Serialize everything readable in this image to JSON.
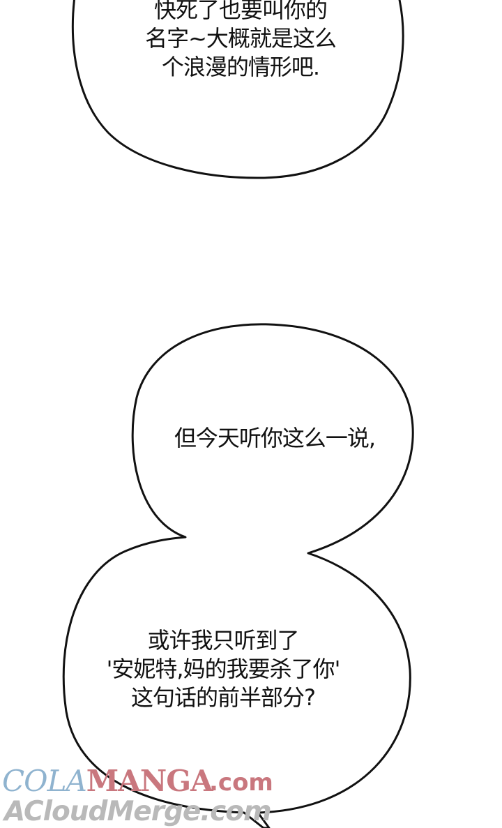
{
  "bubbles": [
    {
      "lines": [
        "快死了也要叫你的",
        "名字~大概就是这么",
        "个浪漫的情形吧."
      ]
    },
    {
      "lines": [
        "但今天听你这么一说,"
      ]
    },
    {
      "lines": [
        "或许我只听到了",
        "'安妮特,妈的我要杀了你'",
        "这句话的前半部分?"
      ]
    }
  ],
  "watermark": {
    "part1": "COLA",
    "part2": "MANGA",
    "domain": ".com",
    "line2": "ACloudMerge.com"
  },
  "colors": {
    "background": "#ffffff",
    "bubble_outline": "#111111",
    "watermark_blue": "#8fb3cf",
    "watermark_red": "#c9777e",
    "watermark_gray": "#b9b9b9"
  }
}
